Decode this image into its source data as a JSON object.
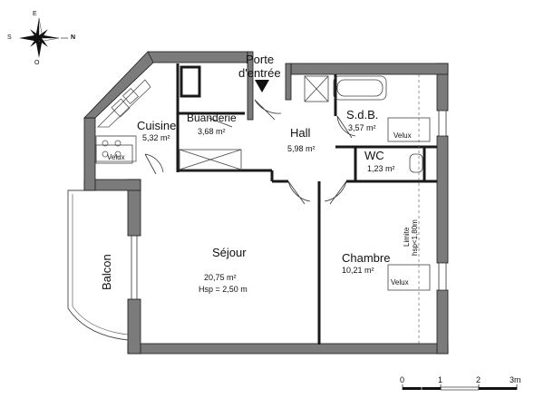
{
  "compass": {
    "letters": {
      "s": "S",
      "n": "N",
      "e": "E",
      "o": "O"
    }
  },
  "entrance": {
    "line1": "Porte",
    "line2": "d'entrée"
  },
  "rooms": {
    "cuisine": {
      "name": "Cuisine",
      "area": "5,32 m²"
    },
    "buanderie": {
      "name": "Buanderie",
      "area": "3,68 m²"
    },
    "hall": {
      "name": "Hall",
      "area": "5,98 m²"
    },
    "sdb": {
      "name": "S.d.B.",
      "area": "3,57 m²"
    },
    "wc": {
      "name": "WC",
      "area": "1,23 m²"
    },
    "sejour": {
      "name": "Séjour",
      "area": "20,75 m²",
      "hsp": "Hsp = 2,50 m"
    },
    "chambre": {
      "name": "Chambre",
      "area": "10,21 m²"
    },
    "balcon": {
      "name": "Balcon"
    }
  },
  "velux": {
    "kitchen": "Velux",
    "bath": "Velux",
    "bedroom": "Velux"
  },
  "limit_note": {
    "line1": "Limite",
    "line2": "hsp<1,80m"
  },
  "scale": {
    "ticks": [
      "0",
      "1",
      "2",
      "3m"
    ]
  },
  "colors": {
    "wall": "#7a7a7a",
    "wall_stroke": "#111111",
    "line": "#222222"
  }
}
